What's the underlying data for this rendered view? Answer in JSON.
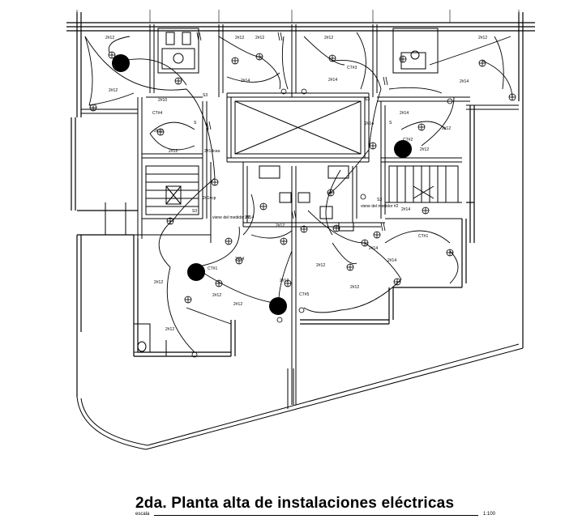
{
  "drawing": {
    "title": "2da. Planta  alta de instalaciones eléctricas",
    "scale_label": "escala",
    "scale_value": "1:100"
  },
  "labels": {
    "circuit_a": "2#12",
    "circuit_b": "2#14",
    "circuit_c": "2#14cea",
    "circuit_d": "2#14cp",
    "circuit_e": "2#10",
    "switch_3way": "S3",
    "switch": "S",
    "ct1": "CT#1",
    "ct2": "CT#2",
    "ct3": "CT#3",
    "ct4": "CT#4",
    "ct5": "CT#5",
    "meter_1": "viene del medidor #2",
    "meter_2": "viene del medidor #2"
  }
}
